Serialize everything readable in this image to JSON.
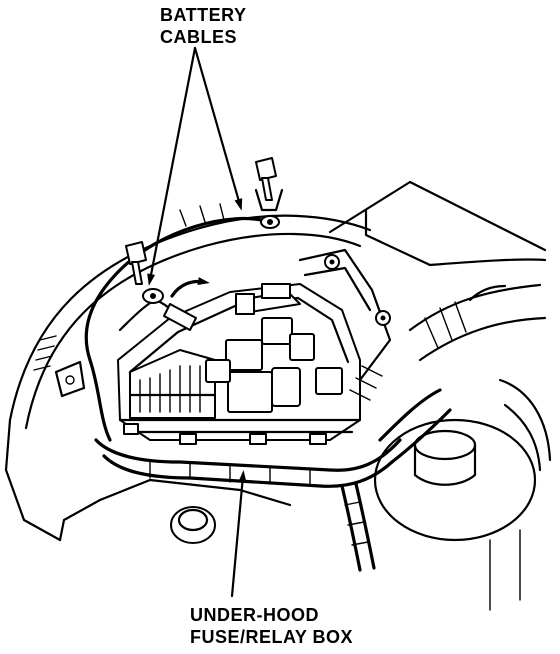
{
  "labels": {
    "battery_cables_line1": "BATTERY",
    "battery_cables_line2": "CABLES",
    "fuse_box_line1": "UNDER-HOOD",
    "fuse_box_line2": "FUSE/RELAY BOX"
  },
  "colors": {
    "line": "#000000",
    "background": "#ffffff"
  }
}
